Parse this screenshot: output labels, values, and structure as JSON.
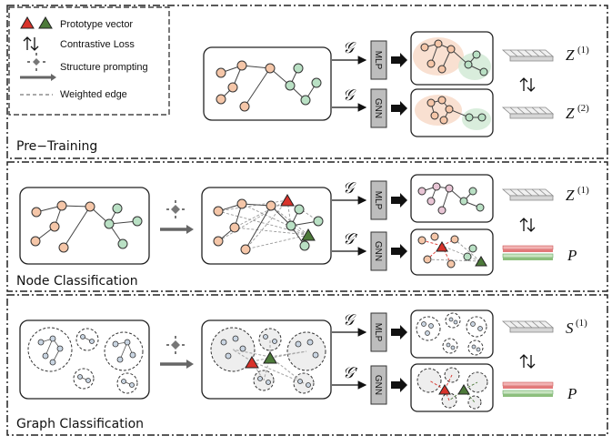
{
  "legend": {
    "prototype_vector": "Prototype vector",
    "contrastive_loss": "Contrastive Loss",
    "structure_prompting": "Structure prompting",
    "weighted_edge": "Weighted edge"
  },
  "sections": {
    "pretraining": "Pre−Training",
    "node_classification": "Node Classification",
    "graph_classification": "Graph Classification"
  },
  "encoders": {
    "mlp": "MLP",
    "gnn": "GNN"
  },
  "symbols": {
    "graph": "𝒢",
    "graph_prime": "𝒢′",
    "z": "Z",
    "z_sup1": "(1)",
    "z_sup2": "(2)",
    "s": "S",
    "s_sup1": "(1)",
    "p": "P"
  },
  "colors": {
    "node_orange": "#f5c6a8",
    "node_green": "#b9e0c4",
    "node_grey": "#c9d5e2",
    "proto_red": "#d8322a",
    "proto_green": "#4d7a3a",
    "encoder_fill": "#bdbdbd",
    "red_strip": "#e27a7a",
    "green_strip": "#8dbf7d"
  }
}
